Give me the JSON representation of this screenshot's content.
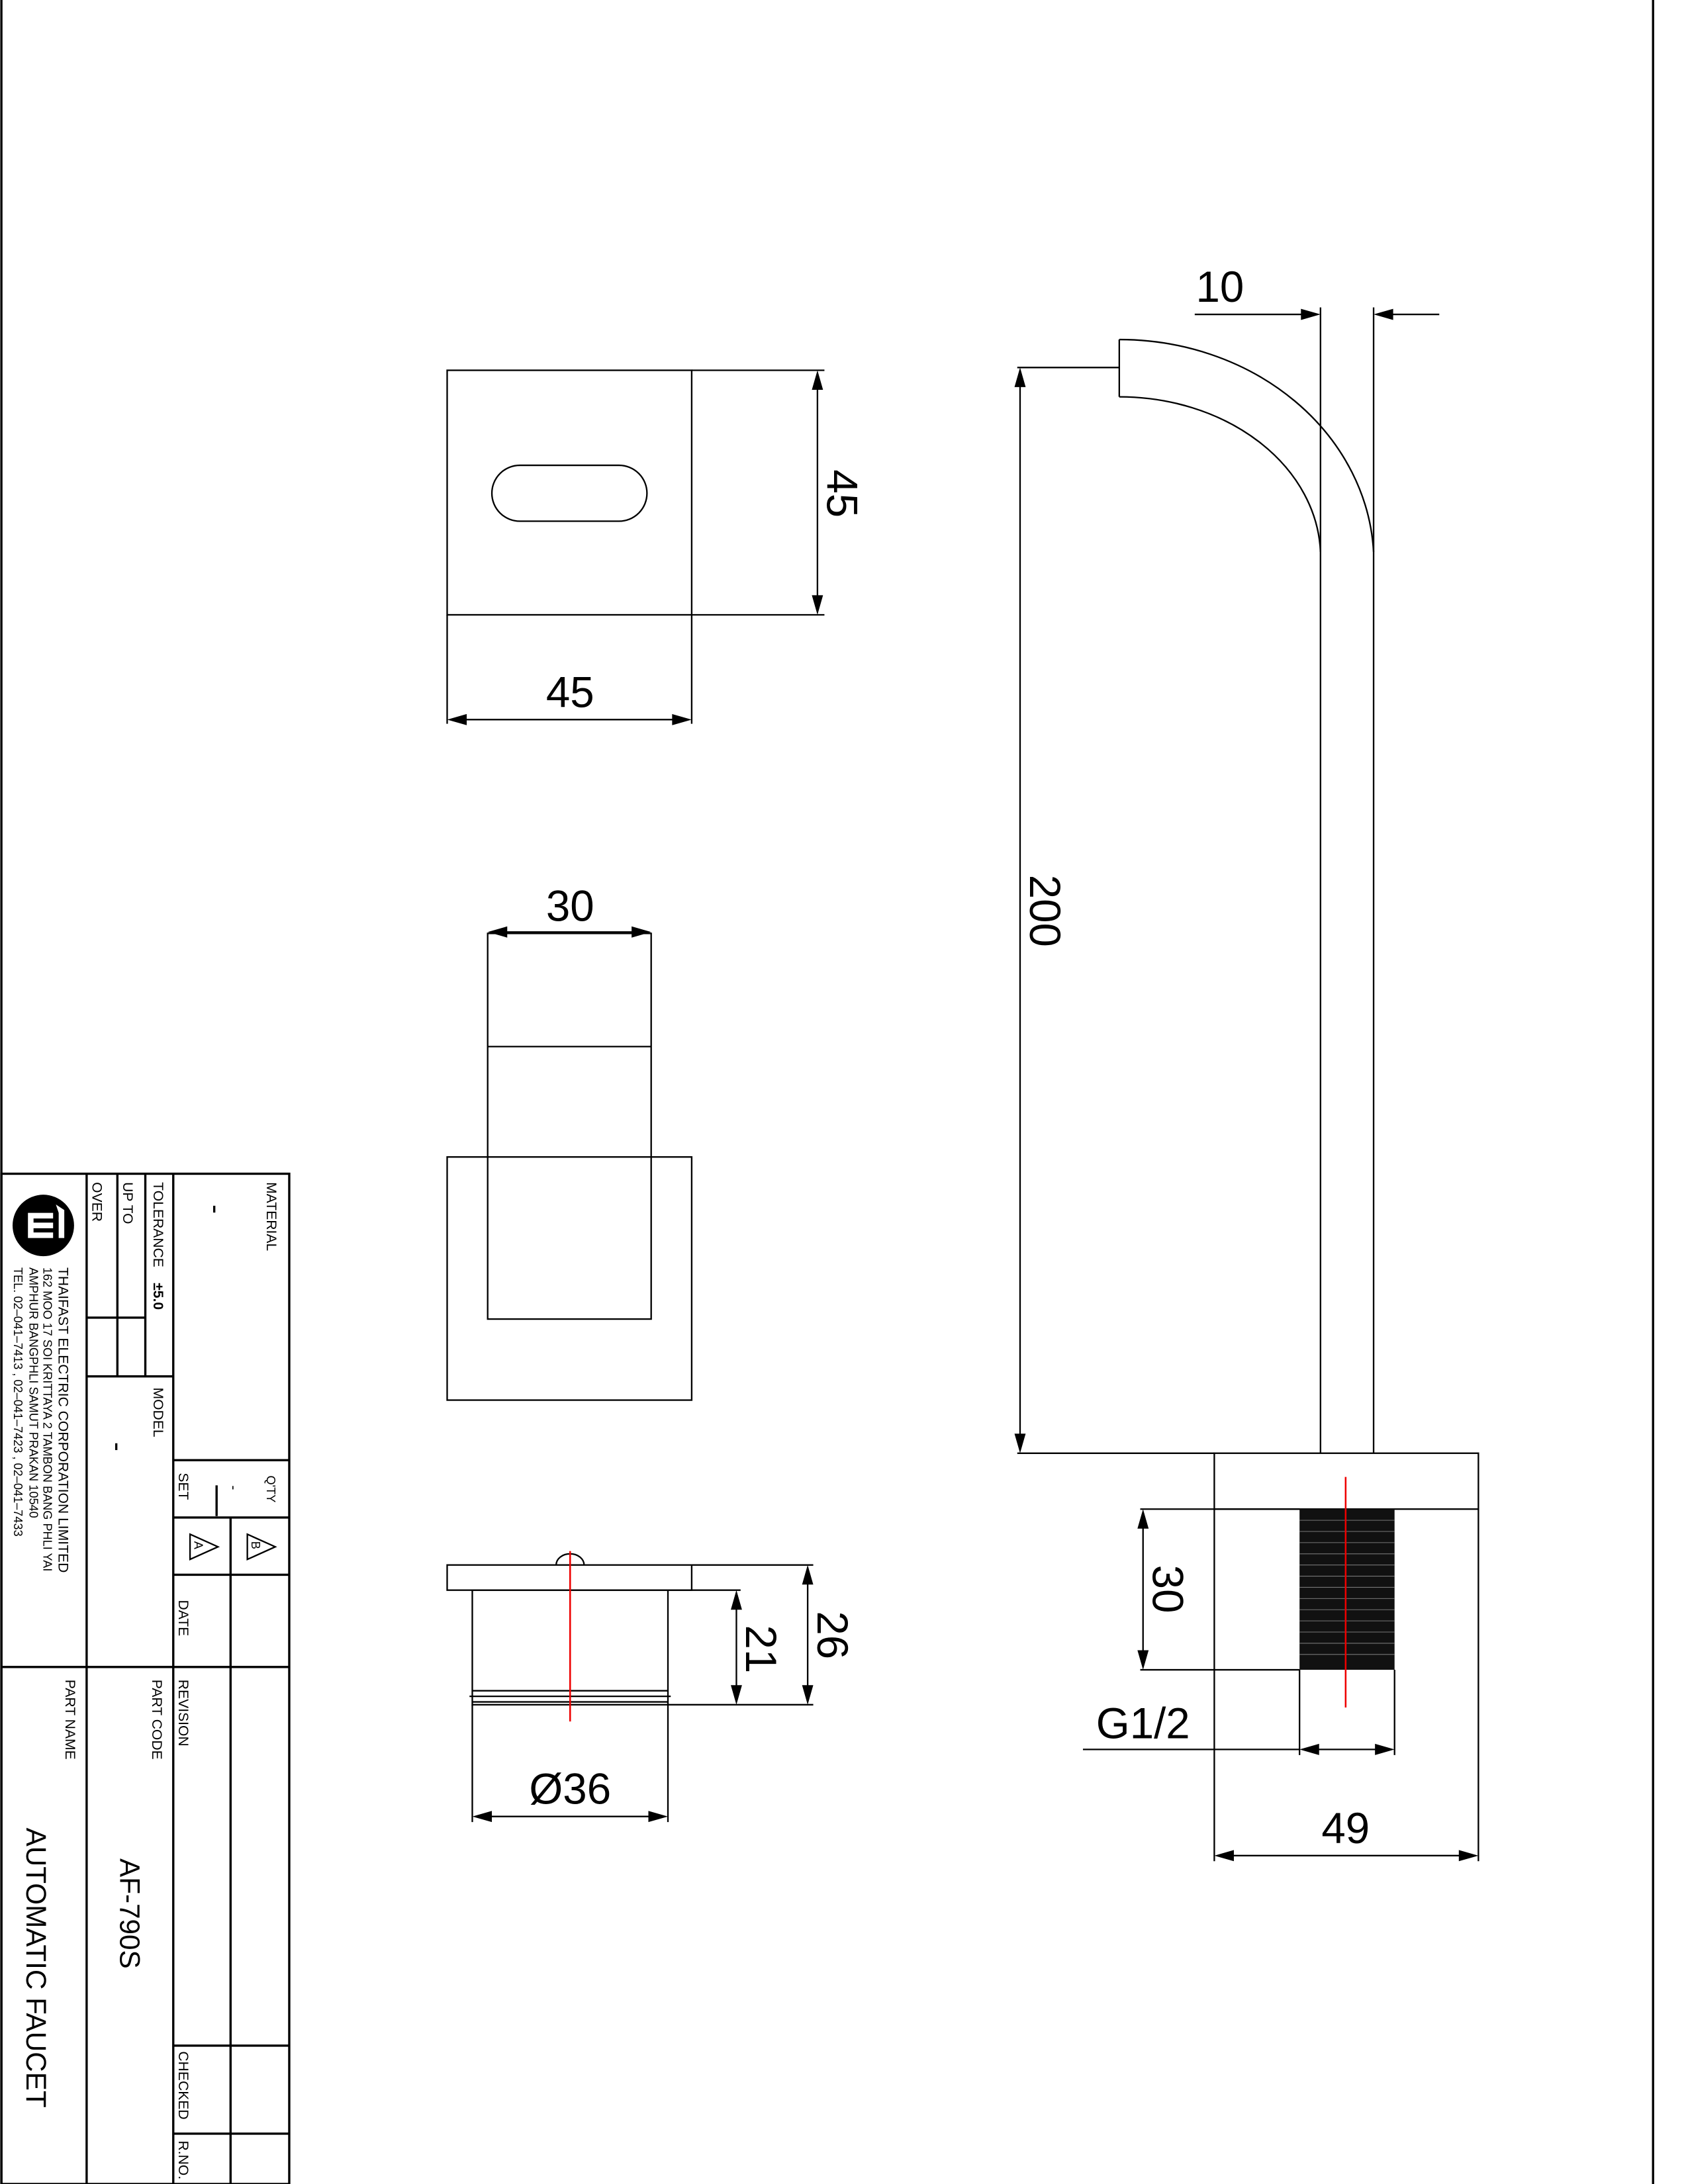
{
  "title_block": {
    "material_label": "MATERIAL",
    "material_value": "-",
    "tolerance_label": "TOLERANCE",
    "tolerance_value": "±5.0",
    "up_to_label": "UP TO",
    "over_label": "OVER",
    "model_label": "MODEL",
    "model_value": "-",
    "qty_label": "Q'TY",
    "qty_value": "-",
    "qty_unit": "SET",
    "revision_a": "A",
    "revision_b": "B",
    "date_label": "DATE",
    "revision_label": "REVISION",
    "checked_label": "CHECKED",
    "rno_label": "R.NO.",
    "part_code_label": "PART CODE",
    "part_code_value": "AF-790S",
    "part_name_label": "PART NAME",
    "part_name_value": "AUTOMATIC FAUCET",
    "company_name": "THAIFAST ELECTRIC CORPORATION LIMITED",
    "address_line1": "162  MOO  17  SOI  KRITTAYA  2  TAMBON  BANG  PHLI  YAI",
    "address_line2": "AMPHUR  BANGPHLI  SAMUT  PRAKAN  10540",
    "address_line3": "TEL.  02–041–7413 ,  02–041–7423 ,  02–041–7433"
  },
  "dimensions": {
    "top_view_depth": "45",
    "top_view_width": "45",
    "front_width": "30",
    "base_total_height": "26",
    "base_body_height": "21",
    "base_diameter": "Ø36",
    "spout_height": "200",
    "spout_tube": "10",
    "thread_length": "30",
    "thread_spec": "G1/2",
    "base_width": "49"
  },
  "colors": {
    "line": "#000000",
    "centerline": "#e00000"
  }
}
